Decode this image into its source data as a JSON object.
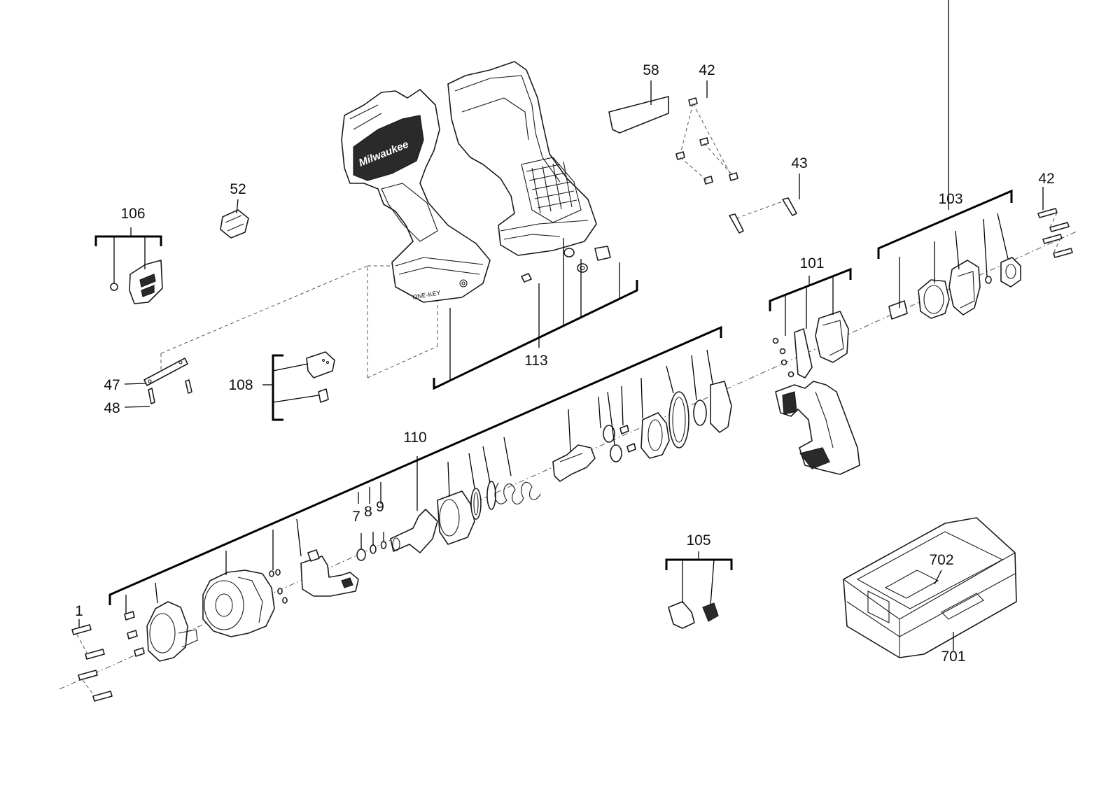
{
  "diagram": {
    "brand_text": "Milwaukee",
    "housing_label": "ONE-KEY",
    "callouts": {
      "c1": "1",
      "c7": "7",
      "c8": "8",
      "c9": "9",
      "c42a": "42",
      "c42b": "42",
      "c43": "43",
      "c47": "47",
      "c48": "48",
      "c52": "52",
      "c58": "58",
      "c101": "101",
      "c103": "103",
      "c105": "105",
      "c106": "106",
      "c108": "108",
      "c110": "110",
      "c113": "113",
      "c701": "701",
      "c702": "702"
    }
  }
}
